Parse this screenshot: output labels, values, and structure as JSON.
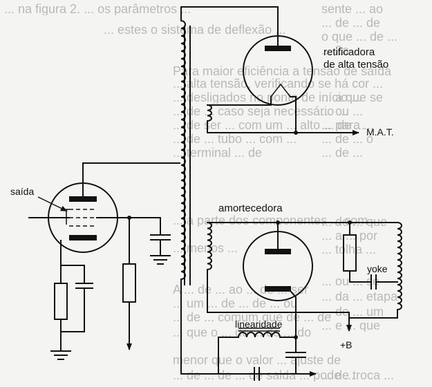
{
  "labels": {
    "retificadora": "retificadora",
    "alta_tensao": "de alta tensão",
    "mat": "M.A.T.",
    "saida": "saída",
    "amortecedora": "amortecedora",
    "yoke": "yoke",
    "linearidade": "linearidade",
    "plus_b": "+B"
  },
  "background_text": {
    "left_column": [
      "... na figura 2. ... os parâmetros ...",
      "... estes o sistema de deflexão ..."
    ],
    "middle_column": [
      "Para maior eficiência a tensão de saída",
      "... alta tensão, verificando se há cor ...",
      "... desligados no ponto de início ...",
      "... de ... caso seja necessário ...",
      "... de ser ... com um ... alto ... de ...",
      "... de ... tubo ... com ...",
      "... terminal ... de",
      "... a parte dos componentes ... com",
      "... menos ...",
      "A ... de ... ao ... de ... ser",
      "... um ... de ... de ... ou",
      "... de ... comum que de ... de",
      "... que o ... de ... de ... do",
      "menor que o valor ... ajuste de",
      "... de ... de ... de salda ... pode ..."
    ],
    "right_column": [
      "sente ... ao",
      "... de ... de",
      "o que ... de ...",
      "... 2a",
      "",
      "... a que se",
      "... ou ...",
      "... para ...",
      "... de ... o",
      "... de ...",
      "",
      "... de ... que",
      "... a ... por",
      "... tolha ...",
      "... ou ... se",
      "... da ... etapa",
      "... de ... um",
      "... e ... que",
      "",
      "... de troca ..."
    ]
  }
}
